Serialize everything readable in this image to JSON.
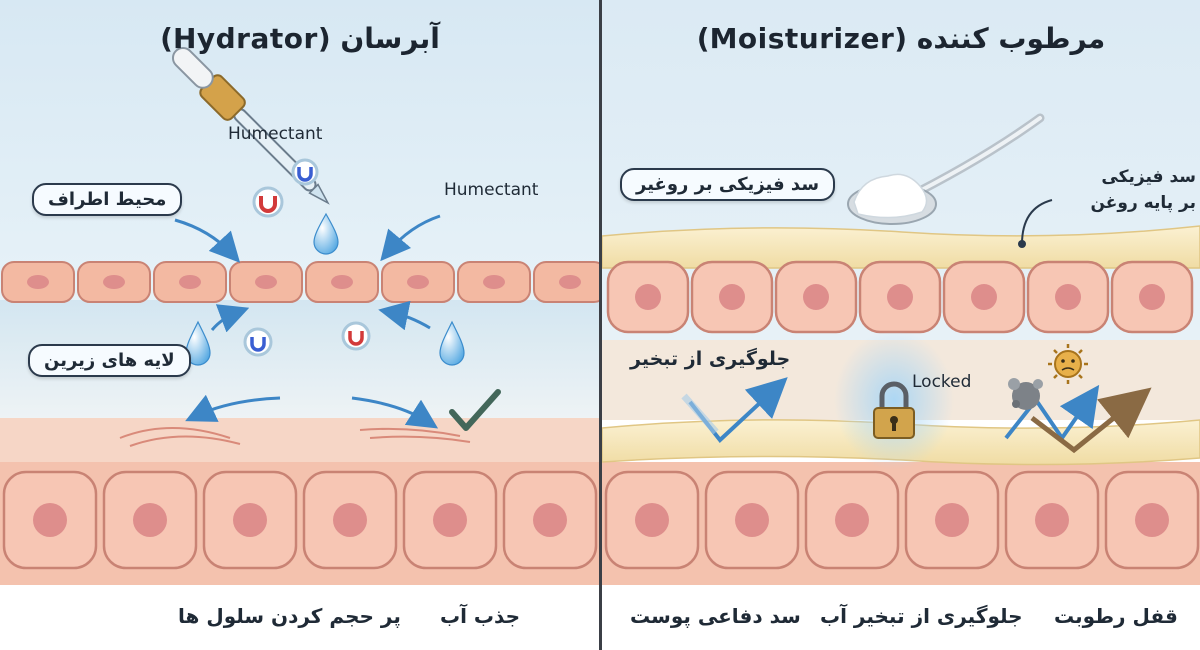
{
  "left_panel": {
    "title": "آبرسان (Hydrator)",
    "surroundings_label": "محیط اطراف",
    "lower_layers_label": "لایه های زیرین",
    "humectant_top": "Humectant",
    "humectant_right": "Humectant",
    "caption_plump": "پر حجم کردن سلول ها",
    "caption_absorb": "جذب آب"
  },
  "right_panel": {
    "title": "مرطوب کننده (Moisturizer)",
    "oil_barrier_top": "سد فیزیکی بر روغیر",
    "oil_barrier_side_line1": "سد فیزیکی",
    "oil_barrier_side_line2": "بر پایه روغن",
    "evaporation_label": "جلوگیری از تبخیر",
    "locked_label": "Locked",
    "caption_barrier": "سد دفاعی پوست",
    "caption_evap": "جلوگیری از تبخیر آب",
    "caption_lock": "قفل رطوبت"
  },
  "colors": {
    "sky": "#dfeef7",
    "cell_fill": "#f7c6b4",
    "cell_nucleus": "#de8e8c",
    "cell_border": "#c98374",
    "oil_layer": "#f6e6b8",
    "arrow_blue": "#3d86c6",
    "checkmark": "#43675a",
    "brown_arrow": "#8a6a44"
  },
  "icons": [
    "dropper-icon",
    "magnet-icon",
    "water-drop-icon",
    "spoon-icon",
    "cream-icon",
    "lock-icon",
    "sun-icon",
    "dust-icon",
    "checkmark-icon"
  ]
}
